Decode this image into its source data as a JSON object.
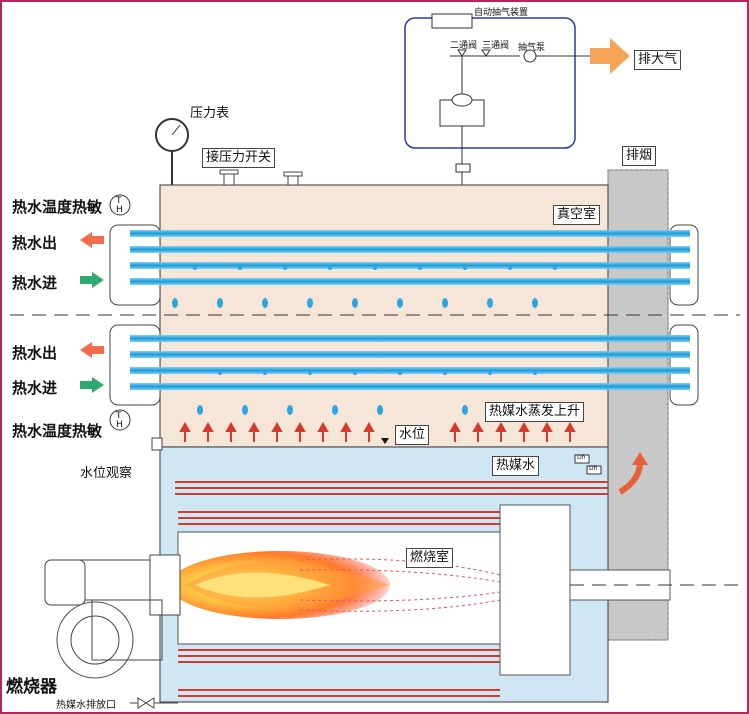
{
  "labels": {
    "auto_exhaust_device": "自动抽气装置",
    "two_way_valve": "二通阀",
    "three_way_valve": "三通阀",
    "vacuum_pump": "抽气泵",
    "exhaust_air": "排大气",
    "pressure_gauge": "压力表",
    "pressure_switch": "接压力开关",
    "chimney": "排烟",
    "hot_water_temp_sensor_top": "热水温度热敏",
    "hot_water_out_top": "热水出",
    "hot_water_in_top": "热水进",
    "vacuum_chamber": "真空室",
    "hot_water_out_bottom": "热水出",
    "hot_water_in_bottom": "热水进",
    "hot_water_temp_sensor_bottom": "热水温度热敏",
    "steam_rising": "热媒水蒸发上升",
    "water_level": "水位",
    "water_level_observation": "水位观察",
    "heat_medium_water": "热媒水",
    "combustion_chamber": "燃烧室",
    "burner": "燃烧器",
    "drain_outlet": "热媒水排放口",
    "sensor_symbol": "T",
    "sensor_symbol_sub": "H",
    "level_probe": "Dh"
  },
  "colors": {
    "frame": "#b8255f",
    "vacuum_chamber": "#f5e6d8",
    "water": "#cfe6f5",
    "tube": "#2aa6e0",
    "chimney": "#c8c8c8",
    "flame_outer": "#ff5a2a",
    "flame_inner": "#ffd24a",
    "arrow_out": "#f26b4f",
    "arrow_in": "#2eaa6e",
    "exhaust_arrow": "#f5a55a",
    "steam_arrow": "#d63a2a"
  }
}
